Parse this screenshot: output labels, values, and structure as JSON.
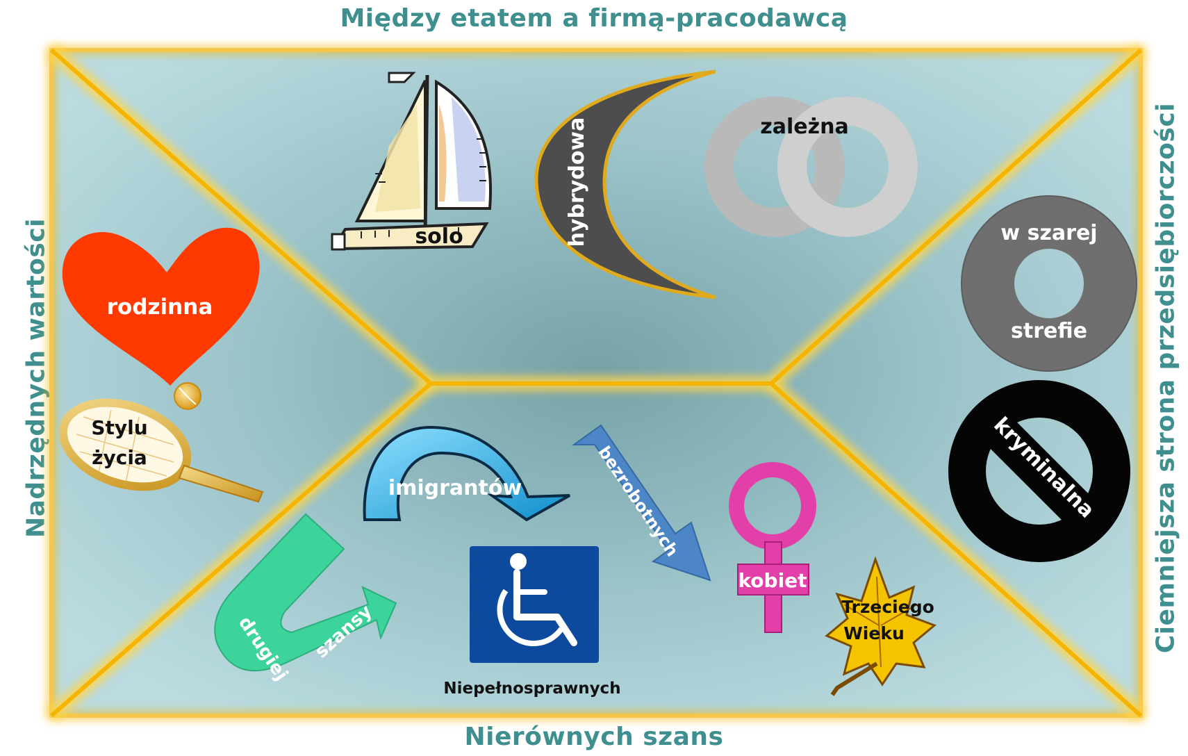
{
  "titles": {
    "top": "Między etatem a firmą-pracodawcą",
    "bottom": "Nierównych szans",
    "left": "Nadrzędnych  wartości",
    "right": "Ciemniejsza strona przedsiębiorczości"
  },
  "labels": {
    "solo": "solo",
    "hybrydowa": "hybrydowa",
    "zalezna": "zależna",
    "rodzinna": "rodzinna",
    "stylu": "Stylu",
    "zycia": "życia",
    "w_szarej": "w szarej",
    "strefie": "strefie",
    "kryminalna": "kryminalna",
    "imigrantow": "imigrantów",
    "bezrobotnych": "bezrobotnych",
    "kobiet": "kobiet",
    "trzeciego": "Trzeciego",
    "wieku": "Wieku",
    "drugiej": "drugiej",
    "szansy": "szansy",
    "niepelnosprawnych": "Niepełnosprawnych"
  },
  "colors": {
    "title_teal": "#3f8f8f",
    "panel": "#a9ced3",
    "divider_gold": "#f5b400",
    "heart_red": "#ff3a00",
    "arrow_blue": "#1ea8e0",
    "bezrobotnych_blue": "#4d86c6",
    "venus_pink": "#e23fa8",
    "drugiej_green": "#3cd49a",
    "wheelchair_blue": "#0d4a9e",
    "leaf_yellow": "#f4c400"
  },
  "icons": [
    "sailboat-icon",
    "crescent-icon",
    "interlocked-rings-icon",
    "heart-icon",
    "tennis-racket-icon",
    "gray-ring-icon",
    "no-symbol-icon",
    "curved-arrow-icon",
    "down-arrow-icon",
    "venus-symbol-icon",
    "maple-leaf-icon",
    "u-turn-arrow-icon",
    "wheelchair-icon"
  ]
}
